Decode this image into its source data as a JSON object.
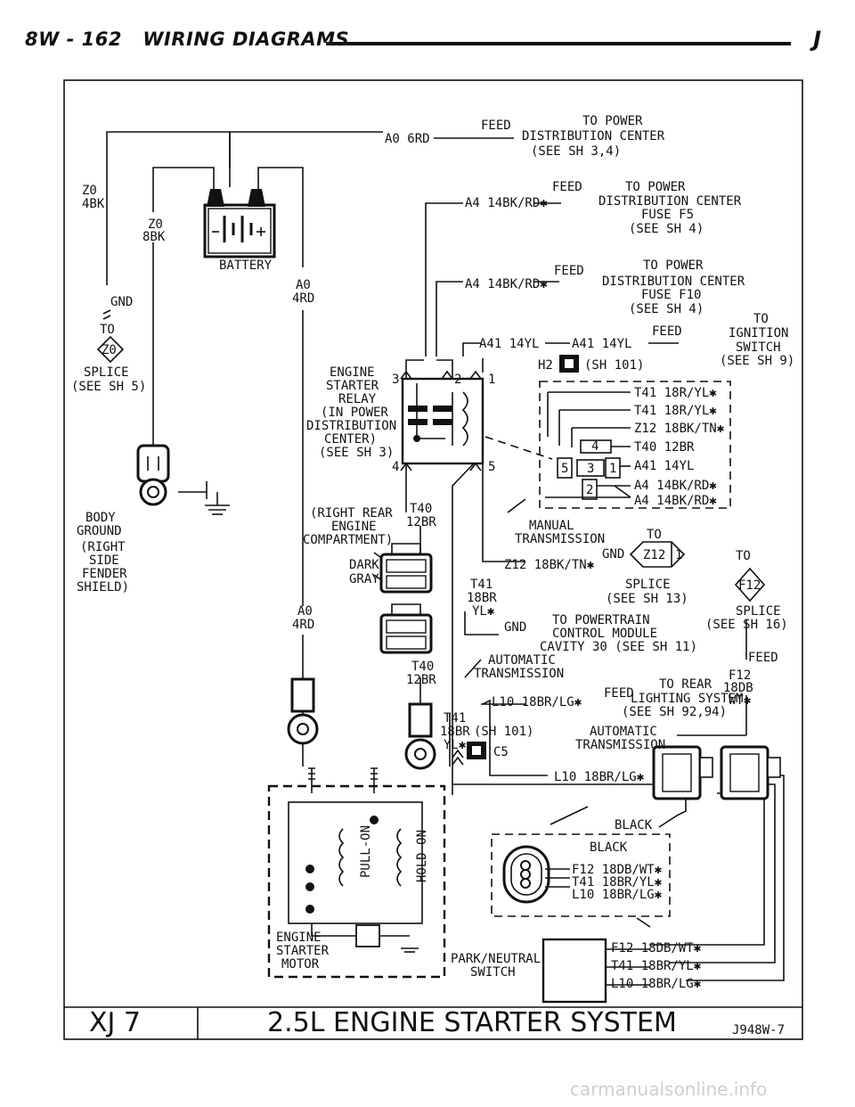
{
  "header": {
    "page_label": "8W - 162",
    "section_title": "WIRING DIAGRAMS",
    "marker": "J"
  },
  "footer": {
    "model": "XJ 7",
    "title": "2.5L ENGINE STARTER SYSTEM",
    "figure_code": "J948W-7"
  },
  "watermark": "carmanualsonline.info",
  "labels": {
    "feed1": "FEED",
    "to_power1": "TO POWER",
    "pdc1": "DISTRIBUTION CENTER",
    "see_sh34": "(SEE SH 3,4)",
    "a0_6rd": "A0 6RD",
    "z0_4bk_a": "Z0",
    "z0_4bk_b": "4BK",
    "z0_8bk_a": "Z0",
    "z0_8bk_b": "8BK",
    "battery": "BATTERY",
    "a0_4rd_a": "A0",
    "a0_4rd_b": "4RD",
    "feed2": "FEED",
    "to_power2": "TO POWER",
    "a4_wire2": "A4 14BK/RD✱",
    "pdc2": "DISTRIBUTION CENTER",
    "fuse_f5": "FUSE F5",
    "see_sh4_a": "(SEE SH 4)",
    "feed3": "FEED",
    "to_power3": "TO POWER",
    "a4_wire3": "A4 14BK/RD✱",
    "pdc3": "DISTRIBUTION CENTER",
    "fuse_f10": "FUSE F10",
    "see_sh4_b": "(SEE SH 4)",
    "gnd1": "GND",
    "to_z0": "TO",
    "z0_marker": "Z0",
    "splice1": "SPLICE",
    "see_sh5": "(SEE SH 5)",
    "to_ign": "TO",
    "ignition": "IGNITION",
    "switch": "SWITCH",
    "see_sh9": "(SEE SH 9)",
    "a41_a": "A41 14YL",
    "a41_b": "A41 14YL",
    "feed4": "FEED",
    "h2": "H2",
    "sh101_a": "(SH 101)",
    "relay_1": "ENGINE",
    "relay_2": "STARTER",
    "relay_3": "RELAY",
    "relay_4": "(IN POWER",
    "relay_5": "DISTRIBUTION",
    "relay_6": "CENTER)",
    "relay_7": "(SEE SH 3)",
    "pin3": "3",
    "pin2": "2",
    "pin1": "1",
    "pin4": "4",
    "pin5": "5",
    "c_t41_1": "T41 18R/YL✱",
    "c_t41_2": "T41 18R/YL✱",
    "c_z12": "Z12 18BK/TN✱",
    "c_t40": "T40 12BR",
    "c_a41": "A41 14YL",
    "c_a4_1": "A4 14BK/RD✱",
    "c_a4_2": "A4 14BK/RD✱",
    "cav4": "4",
    "cav5": "5",
    "cav3": "3",
    "cav1": "1",
    "cav2": "2",
    "body_ground_1": "BODY",
    "body_ground_2": "GROUND",
    "body_ground_3": "(RIGHT",
    "body_ground_4": "SIDE",
    "body_ground_5": "FENDER",
    "body_ground_6": "SHIELD)",
    "rr_1": "(RIGHT REAR",
    "rr_2": "ENGINE",
    "rr_3": "COMPARTMENT)",
    "t40_a1": "T40",
    "t40_a2": "12BR",
    "dark": "DARK",
    "gray": "GRAY",
    "manual_1": "MANUAL",
    "manual_2": "TRANSMISSION",
    "to_z12": "TO",
    "gnd2": "GND",
    "z12_wire": "Z12 18BK/TN✱",
    "z12_marker": "Z12",
    "z12_pin": "1",
    "splice2": "SPLICE",
    "see_sh13": "(SEE SH 13)",
    "to_f12": "TO",
    "f12_marker": "F12",
    "splice3": "SPLICE",
    "see_sh16": "(SEE SH 16)",
    "t41_a1": "T41",
    "t41_a2": "18BR",
    "t41_a3": "YL✱",
    "a0_4rd2_a": "A0",
    "a0_4rd2_b": "4RD",
    "gnd3": "GND",
    "pcm_1": "TO POWERTRAIN",
    "pcm_2": "CONTROL MODULE",
    "pcm_3": "CAVITY 30 (SEE SH 11)",
    "feed5": "FEED",
    "f12_a": "F12",
    "f12_b": "18DB",
    "f12_c": "WT✱",
    "auto_1": "AUTOMATIC",
    "auto_2": "TRANSMISSION",
    "t40_b1": "T40",
    "t40_b2": "12BR",
    "l10_a": "L10 18BR/LG✱",
    "feed6": "FEED",
    "to_rear": "TO REAR",
    "lighting": "LIGHTING SYSTEM",
    "see_sh9294": "(SEE SH 92,94)",
    "t41_b1": "T41",
    "t41_b2": "18BR",
    "t41_b3": "YL✱",
    "sh101_b": "(SH 101)",
    "c5": "C5",
    "auto2_1": "AUTOMATIC",
    "auto2_2": "TRANSMISSION",
    "l10_b": "L10 18BR/LG✱",
    "black1": "BLACK",
    "black2": "BLACK",
    "sw_f12": "F12 18DB/WT✱",
    "sw_t41": "T41 18BR/YL✱",
    "sw_l10": "L10 18BR/LG✱",
    "pull_on": "PULL-ON",
    "hold_on": "HOLD-ON",
    "motor_1": "ENGINE",
    "motor_2": "STARTER",
    "motor_3": "MOTOR",
    "pns_1": "PARK/NEUTRAL",
    "pns_2": "SWITCH",
    "pns_f12": "F12 18DB/WT✱",
    "pns_t41": "T41 18BR/YL✱",
    "pns_l10": "L10 18BR/LG✱"
  }
}
